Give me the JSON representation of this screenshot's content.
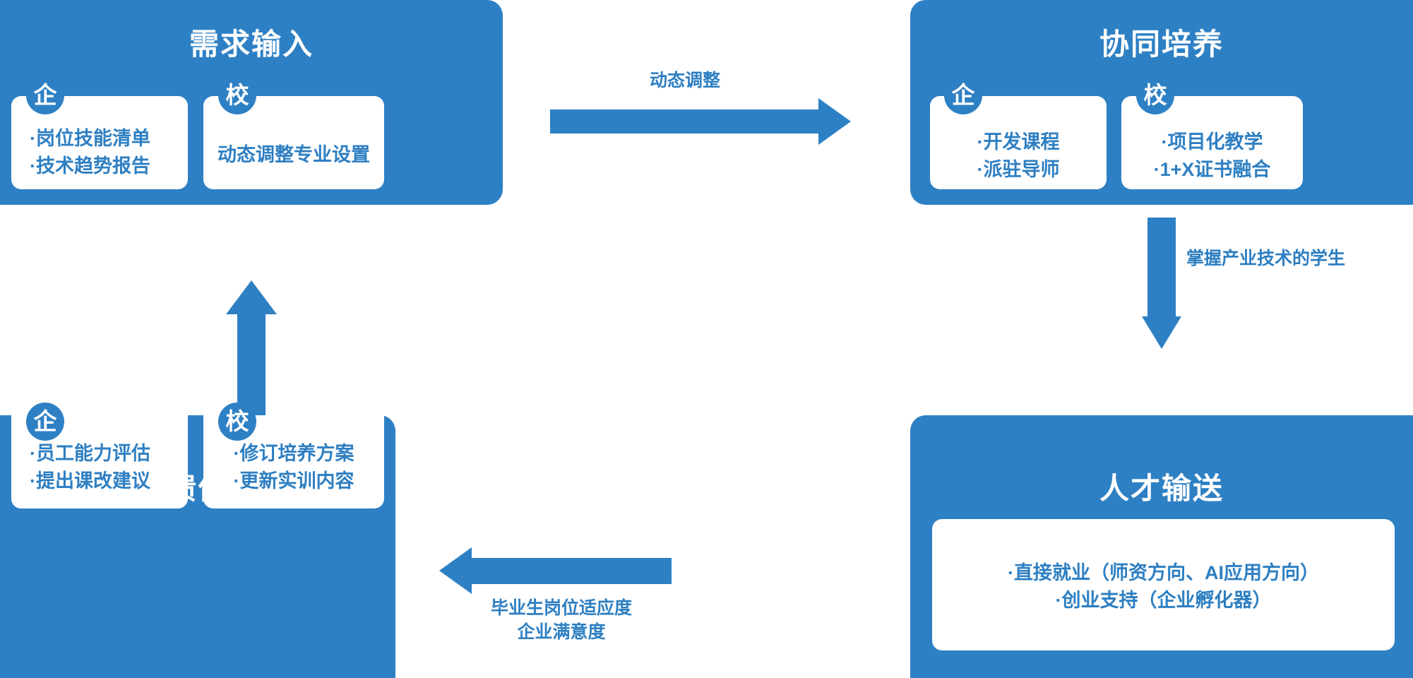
{
  "theme": {
    "brand_blue": "#2E80C4",
    "text_blue": "#2E7FC2",
    "panel_text": "#FFFFFF",
    "background": "#FFFFFF"
  },
  "diagram": {
    "type": "cycle-flow",
    "panels": [
      {
        "id": "demand-input",
        "title": "需求输入",
        "position": "top-left",
        "cards": [
          {
            "badge": "企",
            "badge_meaning": "enterprise",
            "lines": [
              "·岗位技能清单",
              "·技术趋势报告"
            ]
          },
          {
            "badge": "校",
            "badge_meaning": "school",
            "lines": [
              "动态调整专业设置"
            ]
          }
        ]
      },
      {
        "id": "collaborative-training",
        "title": "协同培养",
        "position": "top-right",
        "cards": [
          {
            "badge": "企",
            "badge_meaning": "enterprise",
            "lines": [
              "·开发课程",
              "·派驻导师"
            ]
          },
          {
            "badge": "校",
            "badge_meaning": "school",
            "lines": [
              "·项目化教学",
              "·1+X证书融合"
            ]
          }
        ]
      },
      {
        "id": "talent-delivery",
        "title": "人才输送",
        "position": "bottom-right",
        "cards": [
          {
            "badge": null,
            "badge_meaning": null,
            "lines": [
              "·直接就业（师资方向、AI应用方向）",
              "·创业支持（企业孵化器）"
            ]
          }
        ]
      },
      {
        "id": "feedback-optimization",
        "title": "反馈优化",
        "position": "bottom-left",
        "cards": [
          {
            "badge": "企",
            "badge_meaning": "enterprise",
            "lines": [
              "·员工能力评估",
              "·提出课改建议"
            ]
          },
          {
            "badge": "校",
            "badge_meaning": "school",
            "lines": [
              "·修订培养方案",
              "·更新实训内容"
            ]
          }
        ]
      }
    ],
    "arrows": [
      {
        "id": "arrow-top",
        "direction": "right",
        "from": "demand-input",
        "to": "collaborative-training",
        "label": "动态调整"
      },
      {
        "id": "arrow-right",
        "direction": "down",
        "from": "collaborative-training",
        "to": "talent-delivery",
        "label": "掌握产业技术的学生"
      },
      {
        "id": "arrow-bottom",
        "direction": "left",
        "from": "talent-delivery",
        "to": "feedback-optimization",
        "label_line1": "毕业生岗位适应度",
        "label_line2": "企业满意度"
      },
      {
        "id": "arrow-left",
        "direction": "up",
        "from": "feedback-optimization",
        "to": "demand-input",
        "label": ""
      }
    ]
  }
}
